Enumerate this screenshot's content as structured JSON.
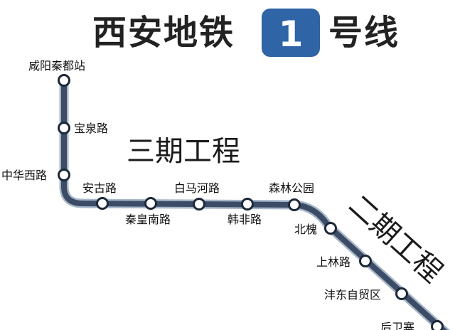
{
  "title": {
    "prefix": "西安地铁",
    "line_number": "1",
    "suffix": "号线",
    "badge_color": "#2f64a6"
  },
  "line": {
    "color": "#3c4c66",
    "station_fill": "#ffffff",
    "station_stroke": "#1d2838"
  },
  "phases": [
    {
      "label": "三期工程"
    },
    {
      "label": "二期工程"
    }
  ],
  "stations": [
    {
      "name": "咸阳秦都站"
    },
    {
      "name": "宝泉路"
    },
    {
      "name": "中华西路"
    },
    {
      "name": "安古路"
    },
    {
      "name": "秦皇南路"
    },
    {
      "name": "白马河路"
    },
    {
      "name": "韩非路"
    },
    {
      "name": "森林公园"
    },
    {
      "name": "北槐"
    },
    {
      "name": "上林路"
    },
    {
      "name": "沣东自贸区"
    },
    {
      "name": "后卫寨"
    }
  ]
}
